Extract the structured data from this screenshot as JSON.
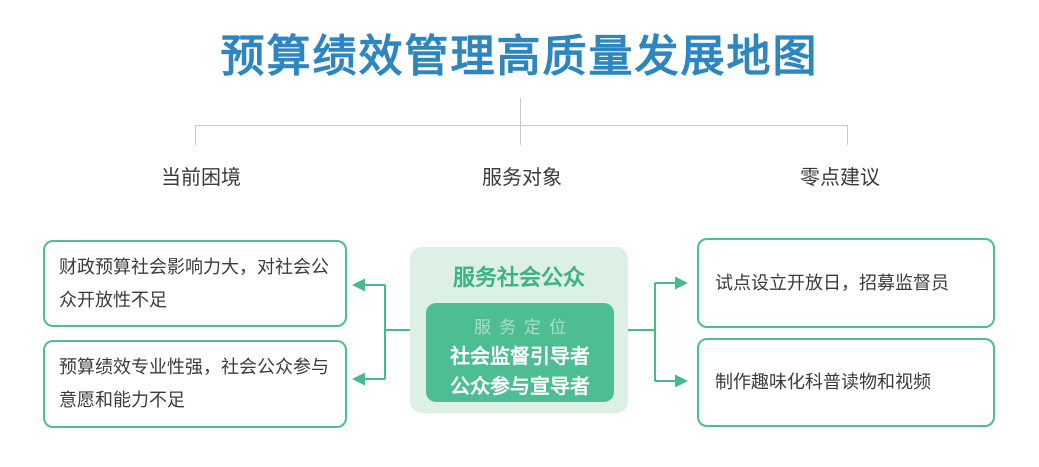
{
  "title": "预算绩效管理高质量发展地图",
  "branches": {
    "left": "当前困境",
    "center": "服务对象",
    "right": "零点建议"
  },
  "center_card": {
    "heading": "服务社会公众",
    "positioning_label": "服务定位",
    "roles": [
      "社会监督引导者",
      "公众参与宣导者"
    ]
  },
  "left_items": [
    "财政预算社会影响力大，对社会公众开放性不足",
    "预算绩效专业性强，社会公众参与意愿和能力不足"
  ],
  "right_items": [
    "试点设立开放日，招募监督员",
    "制作趣味化科普读物和视频"
  ],
  "colors": {
    "title_blue": "#2E86C1",
    "green_stroke": "#46BB8D",
    "green_border": "#4CBE92",
    "green_fill": "#4DBE93",
    "green_light_bg": "#DCF0E5",
    "heading_green": "#3CB287",
    "label_light_green": "#A9DFC7",
    "tree_line_gray": "#C7C7C7",
    "body_text": "#3B3B3B"
  }
}
